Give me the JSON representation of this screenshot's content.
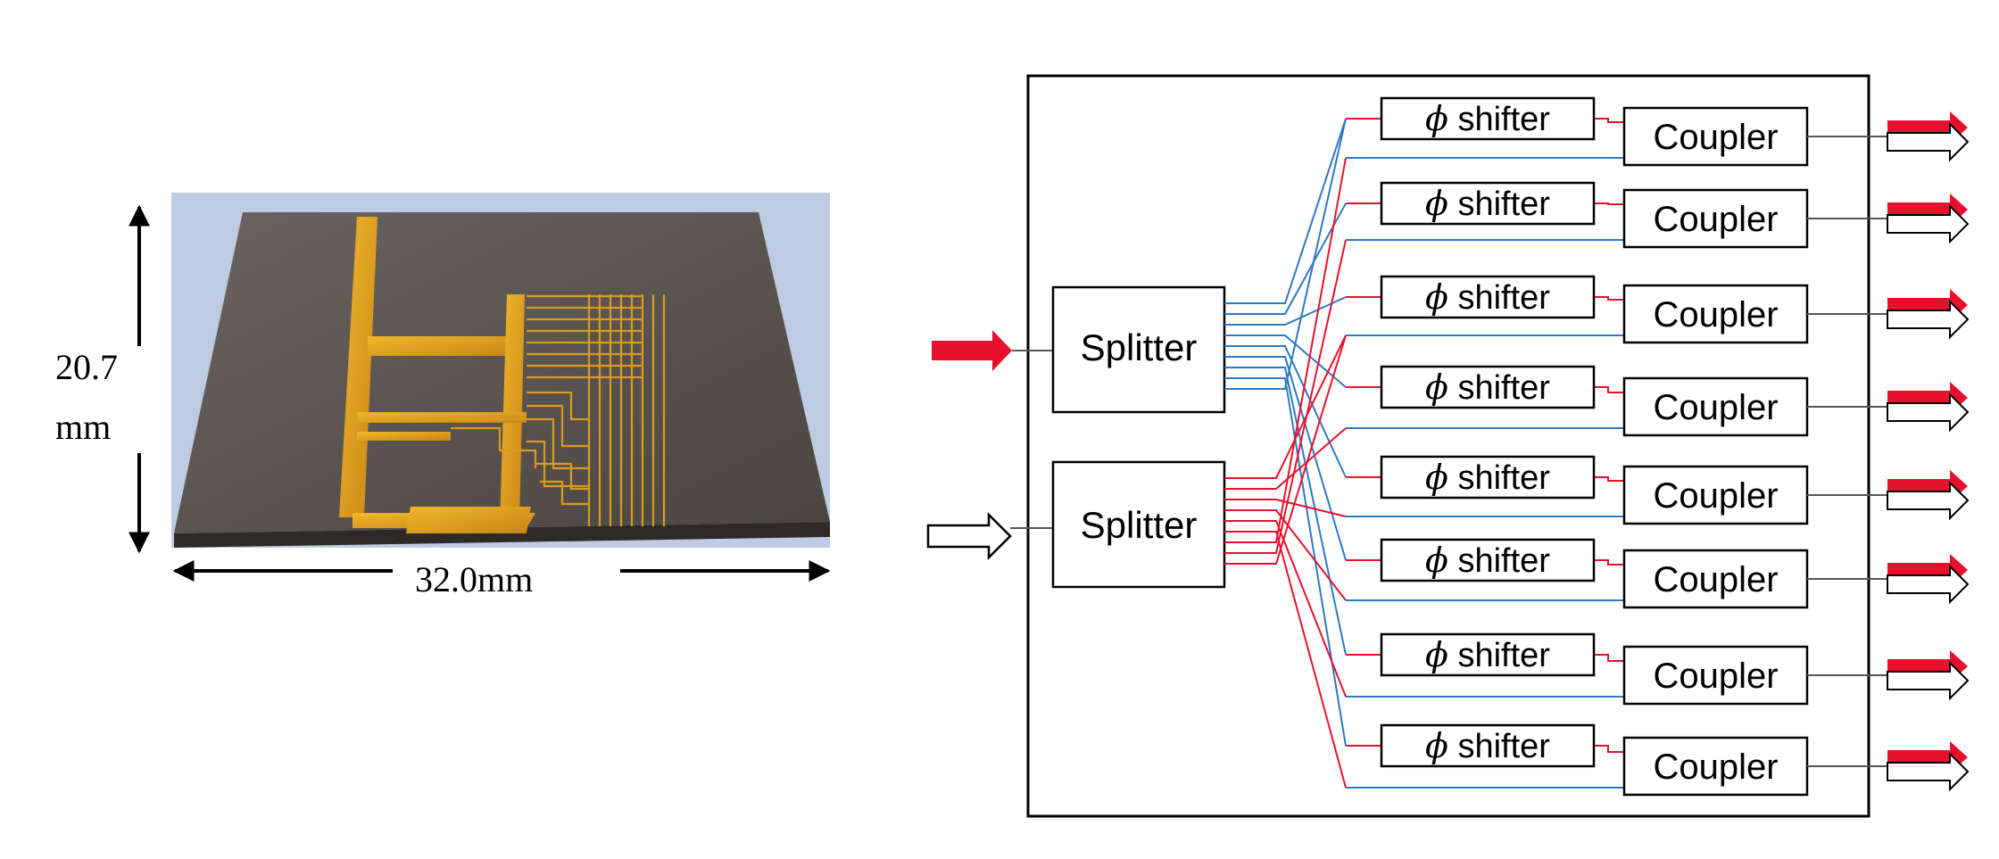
{
  "chip_photo": {
    "height_label_line1": "20.7",
    "height_label_line2": "mm",
    "width_label": "32.0mm"
  },
  "diagram": {
    "splitters": [
      {
        "label": "Splitter",
        "input": "filled red arrow",
        "color": "#e8112d"
      },
      {
        "label": "Splitter",
        "input": "hollow arrow",
        "color": "#2e78c2"
      }
    ],
    "phase_shifter_symbol": "ϕ",
    "phase_shifter_word": "shifter",
    "coupler_label": "Coupler",
    "channel_count": 8,
    "colors": {
      "red_path": "#e8112d",
      "blue_path": "#2e78c2",
      "chip_substrate": "#5b5550",
      "gold_trace": "#e0a41e",
      "photo_background": "#bcc8e0"
    }
  }
}
